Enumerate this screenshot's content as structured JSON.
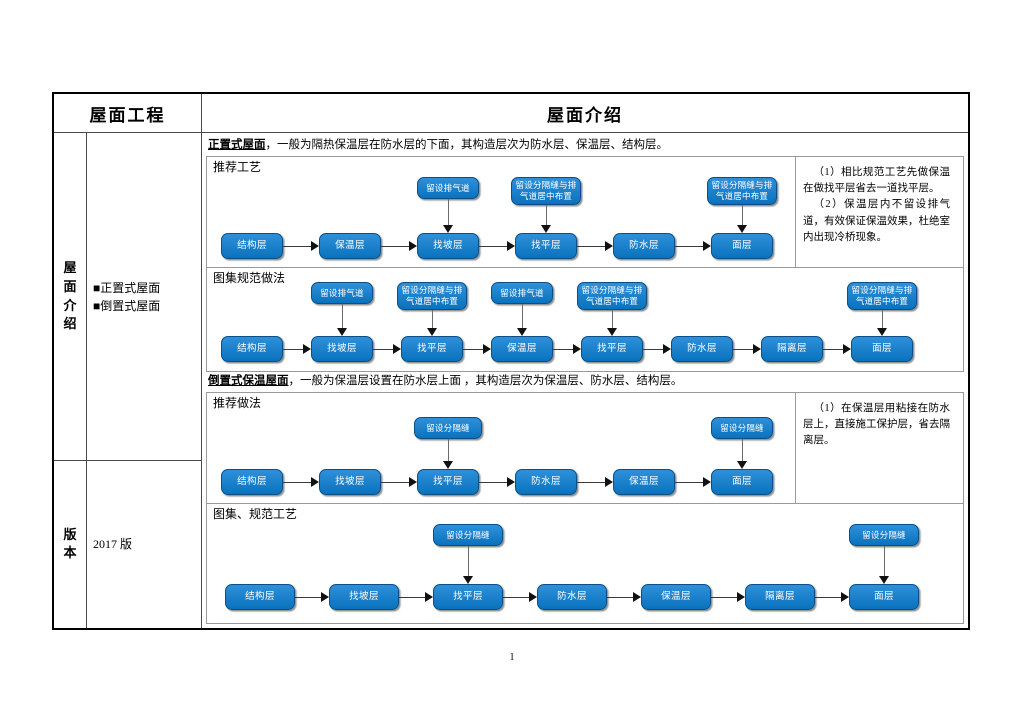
{
  "document": {
    "page_number": "1",
    "accent_color": "#0a72bd",
    "node_border_color": "#0b4f86",
    "table_border_color": "#000000"
  },
  "header": {
    "left_title": "屋面工程",
    "right_title": "屋面介绍"
  },
  "rows": {
    "intro": {
      "vertical_label": "屋面介绍",
      "bullets": [
        "■正置式屋面",
        "■倒置式屋面"
      ]
    },
    "version": {
      "vertical_label": "版本",
      "value": "2017 版"
    }
  },
  "sections": [
    {
      "id": "zhengzhi",
      "heading_bold": "正置式屋面",
      "heading_rest": "，一般为隔热保温层在防水层的下面，其构造层次为防水层、保温层、结构层。",
      "panels": [
        {
          "id": "zhengzhi-recommended",
          "label": "推荐工艺",
          "note": "（1）相比规范工艺先做保温在做找平层省去一道找平层。\n（2）保温层内不留设排气道，有效保证保温效果，杜绝室内出现冷桥现象。",
          "nodes": [
            "结构层",
            "保温层",
            "找坡层",
            "找平层",
            "防水层",
            "面层"
          ],
          "callouts": [
            {
              "text": "留设排气道",
              "target_index": 2
            },
            {
              "text": "留设分隔缝与排气道居中布置",
              "target_index": 3
            },
            {
              "text": "留设分隔缝与排气道居中布置",
              "target_index": 5
            }
          ]
        },
        {
          "id": "zhengzhi-standard",
          "label": "图集规范做法",
          "note": "",
          "nodes": [
            "结构层",
            "找坡层",
            "找平层",
            "保温层",
            "找平层",
            "防水层",
            "隔离层",
            "面层"
          ],
          "callouts": [
            {
              "text": "留设排气道",
              "target_index": 1
            },
            {
              "text": "留设分隔缝与排气道居中布置",
              "target_index": 2
            },
            {
              "text": "留设排气道",
              "target_index": 3
            },
            {
              "text": "留设分隔缝与排气道居中布置",
              "target_index": 4
            },
            {
              "text": "留设分隔缝与排气道居中布置",
              "target_index": 7
            }
          ]
        }
      ]
    },
    {
      "id": "daozhi",
      "heading_bold": "倒置式保温屋面",
      "heading_rest": "，一般为保温层设置在防水层上面 ，其构造层次为保温层、防水层、结构层。",
      "panels": [
        {
          "id": "daozhi-recommended",
          "label": "推荐做法",
          "note": "（1）在保温层用粘接在防水层上，直接施工保护层，省去隔离层。",
          "nodes": [
            "结构层",
            "找坡层",
            "找平层",
            "防水层",
            "保温层",
            "面层"
          ],
          "callouts": [
            {
              "text": "留设分隔缝",
              "target_index": 2
            },
            {
              "text": "留设分隔缝",
              "target_index": 5
            }
          ]
        },
        {
          "id": "daozhi-standard",
          "label": "图集、规范工艺",
          "note": "",
          "nodes": [
            "结构层",
            "找坡层",
            "找平层",
            "防水层",
            "保温层",
            "隔离层",
            "面层"
          ],
          "callouts": [
            {
              "text": "留设分隔缝",
              "target_index": 2
            },
            {
              "text": "留设分隔缝",
              "target_index": 6
            }
          ]
        }
      ]
    }
  ]
}
